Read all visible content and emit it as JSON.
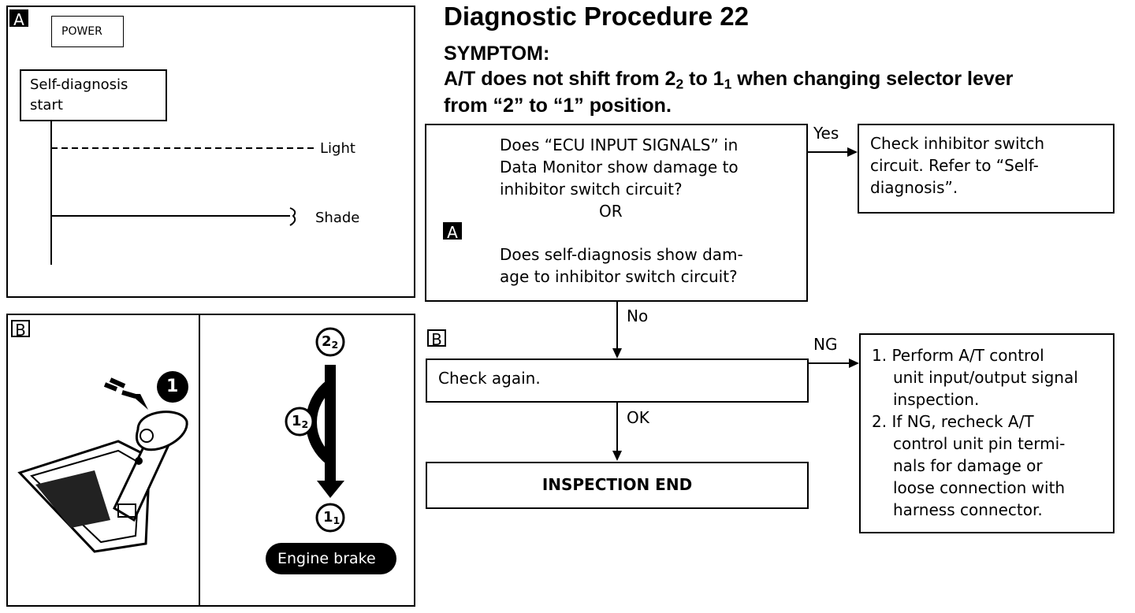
{
  "panel_a": {
    "tag": "A",
    "power_label": "POWER",
    "selfdiag_line1": "Self-diagnosis",
    "selfdiag_line2": "start",
    "light_label": "Light",
    "shade_label": "Shade"
  },
  "panel_b": {
    "tag": "B",
    "step_number": "1",
    "gear_top": "2",
    "gear_top_sub": "2",
    "gear_mid": "1",
    "gear_mid_sub": "2",
    "gear_bottom": "1",
    "gear_bottom_sub": "1",
    "engine_brake": "Engine brake"
  },
  "header": {
    "title": "Diagnostic Procedure 22",
    "symptom_label": "SYMPTOM:",
    "symptom_line1_a": "A/T does not shift from 2",
    "symptom_line1_sub1": "2",
    "symptom_line1_b": " to 1",
    "symptom_line1_sub2": "1",
    "symptom_line1_c": " when changing selector lever",
    "symptom_line2": "from “2” to “1” position."
  },
  "flow": {
    "q1_line1": "Does “ECU INPUT SIGNALS” in",
    "q1_line2": "Data Monitor show damage to",
    "q1_line3": "inhibitor switch circuit?",
    "or_label": "OR",
    "tag_a": "A",
    "q2_line1": "Does self-diagnosis show dam-",
    "q2_line2": "age to inhibitor switch circuit?",
    "yes_label": "Yes",
    "yes_line1": "Check inhibitor switch",
    "yes_line2": "circuit. Refer to “Self-",
    "yes_line3": "diagnosis”.",
    "no_label": "No",
    "tag_b": "B",
    "check_again": "Check again.",
    "ng_label": "NG",
    "ok_label": "OK",
    "inspection_end": "INSPECTION END",
    "ng_item1_line1": "1.  Perform A/T control",
    "ng_item1_line2": "unit input/output signal",
    "ng_item1_line3": "inspection.",
    "ng_item2_line1": "2.  If NG, recheck A/T",
    "ng_item2_line2": "control unit pin termi-",
    "ng_item2_line3": "nals for damage or",
    "ng_item2_line4": "loose connection with",
    "ng_item2_line5": "harness connector."
  }
}
